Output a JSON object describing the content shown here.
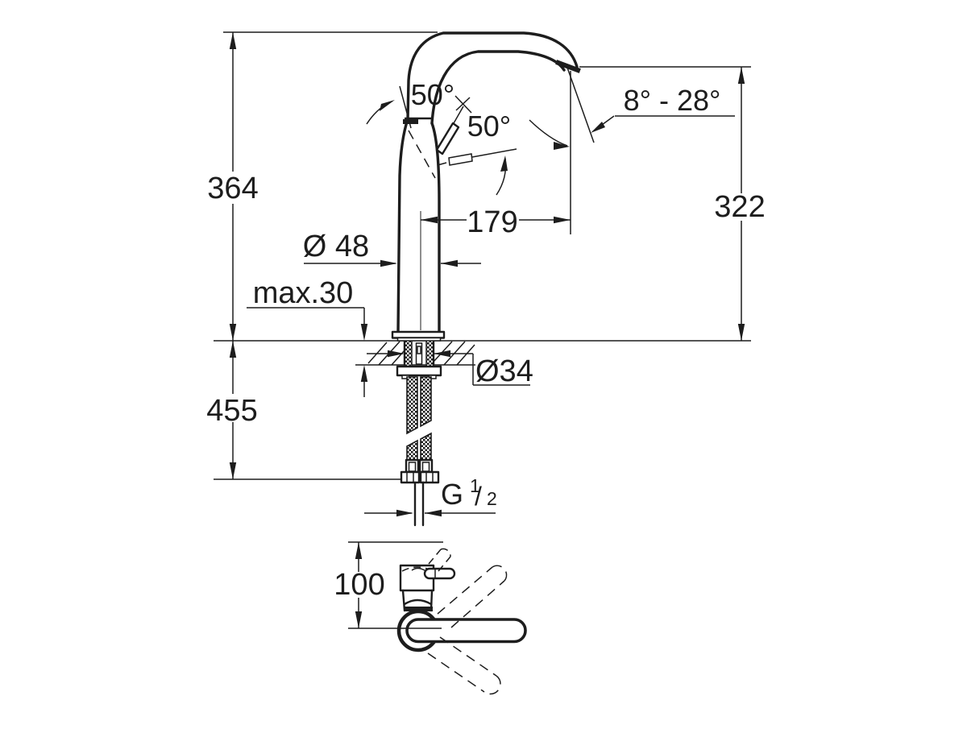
{
  "drawing": {
    "kind": "technical-dimension-drawing",
    "subject": "single-lever high-spout basin mixer, front view and top view"
  },
  "colors": {
    "line": "#1d1d1d",
    "background": "#ffffff"
  },
  "dimensions": {
    "total_height": "364",
    "hose_length_below_deck": "455",
    "spout_height": "322",
    "spout_reach": "179",
    "body_diameter": "Ø 48",
    "max_deck_thickness": "max.30",
    "hole_diameter": "Ø34",
    "top_view_depth": "100",
    "lever_angle_front": "50°",
    "lever_angle_side": "50°",
    "spout_tilt_range": "8° - 28°",
    "thread": {
      "prefix": "G",
      "numerator": "1",
      "slash": "/",
      "denominator": "2"
    }
  }
}
